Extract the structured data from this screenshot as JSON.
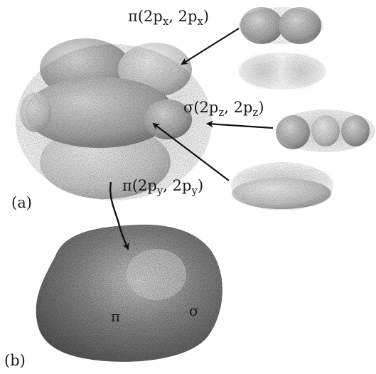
{
  "labels": {
    "pi_x": {
      "sym": "π",
      "p1": "(2p",
      "s1": "x",
      "p2": ", 2p",
      "s2": "x",
      "p3": ")"
    },
    "sigma_z": {
      "sym": "σ",
      "p1": "(2p",
      "s1": "z",
      "p2": ", 2p",
      "s2": "z",
      "p3": ")"
    },
    "pi_y": {
      "sym": "π",
      "p1": "(2p",
      "s1": "y",
      "p2": ", 2p",
      "s2": "y",
      "p3": ")"
    },
    "panel_a": "(a)",
    "panel_b": "(b)",
    "blob_pi": "π",
    "blob_sigma": "σ"
  }
}
